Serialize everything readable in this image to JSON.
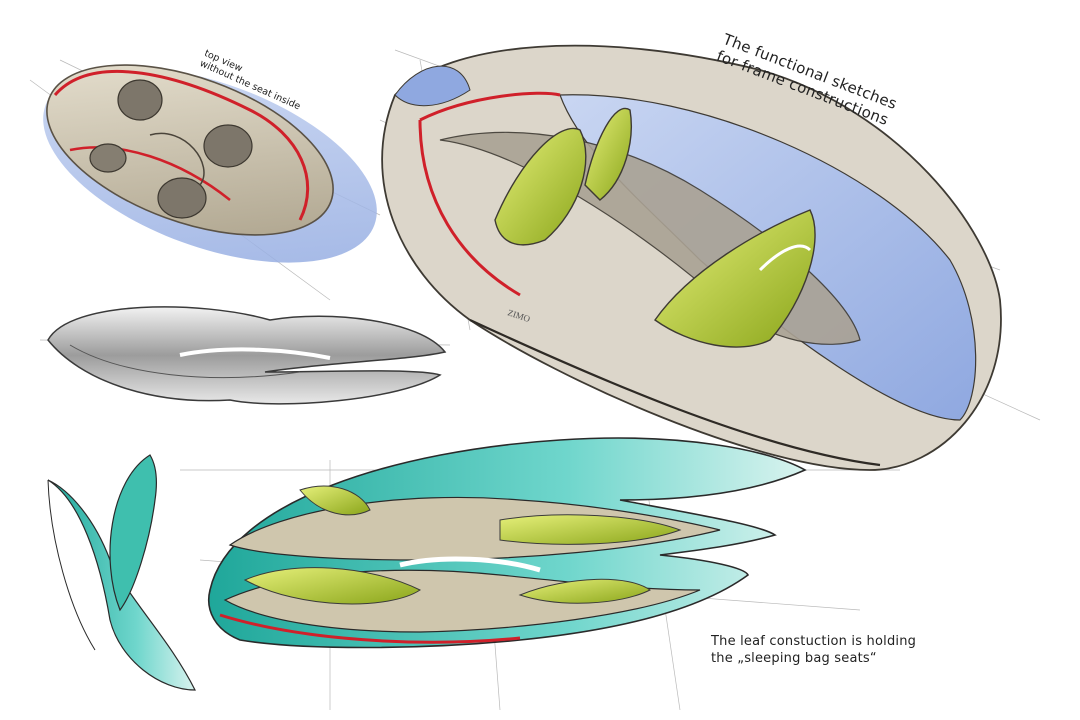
{
  "annotations": {
    "top_view": [
      "top view",
      "without the seat inside"
    ],
    "frame_sketches": [
      "The functional sketches",
      "for frame constructions"
    ],
    "leaf_construction": [
      "The leaf constuction is holding",
      "the „sleeping bag seats“"
    ]
  },
  "signature": "ZIMO",
  "colors": {
    "background": "#ffffff",
    "glass_blue": "#9fb4e6",
    "seat_green": "#b6d12c",
    "leaf_teal": "#2fb7a8",
    "frame_red": "#d0202a",
    "shell_grey": "#a9a39a",
    "interior_beige": "#cfc6ad"
  }
}
